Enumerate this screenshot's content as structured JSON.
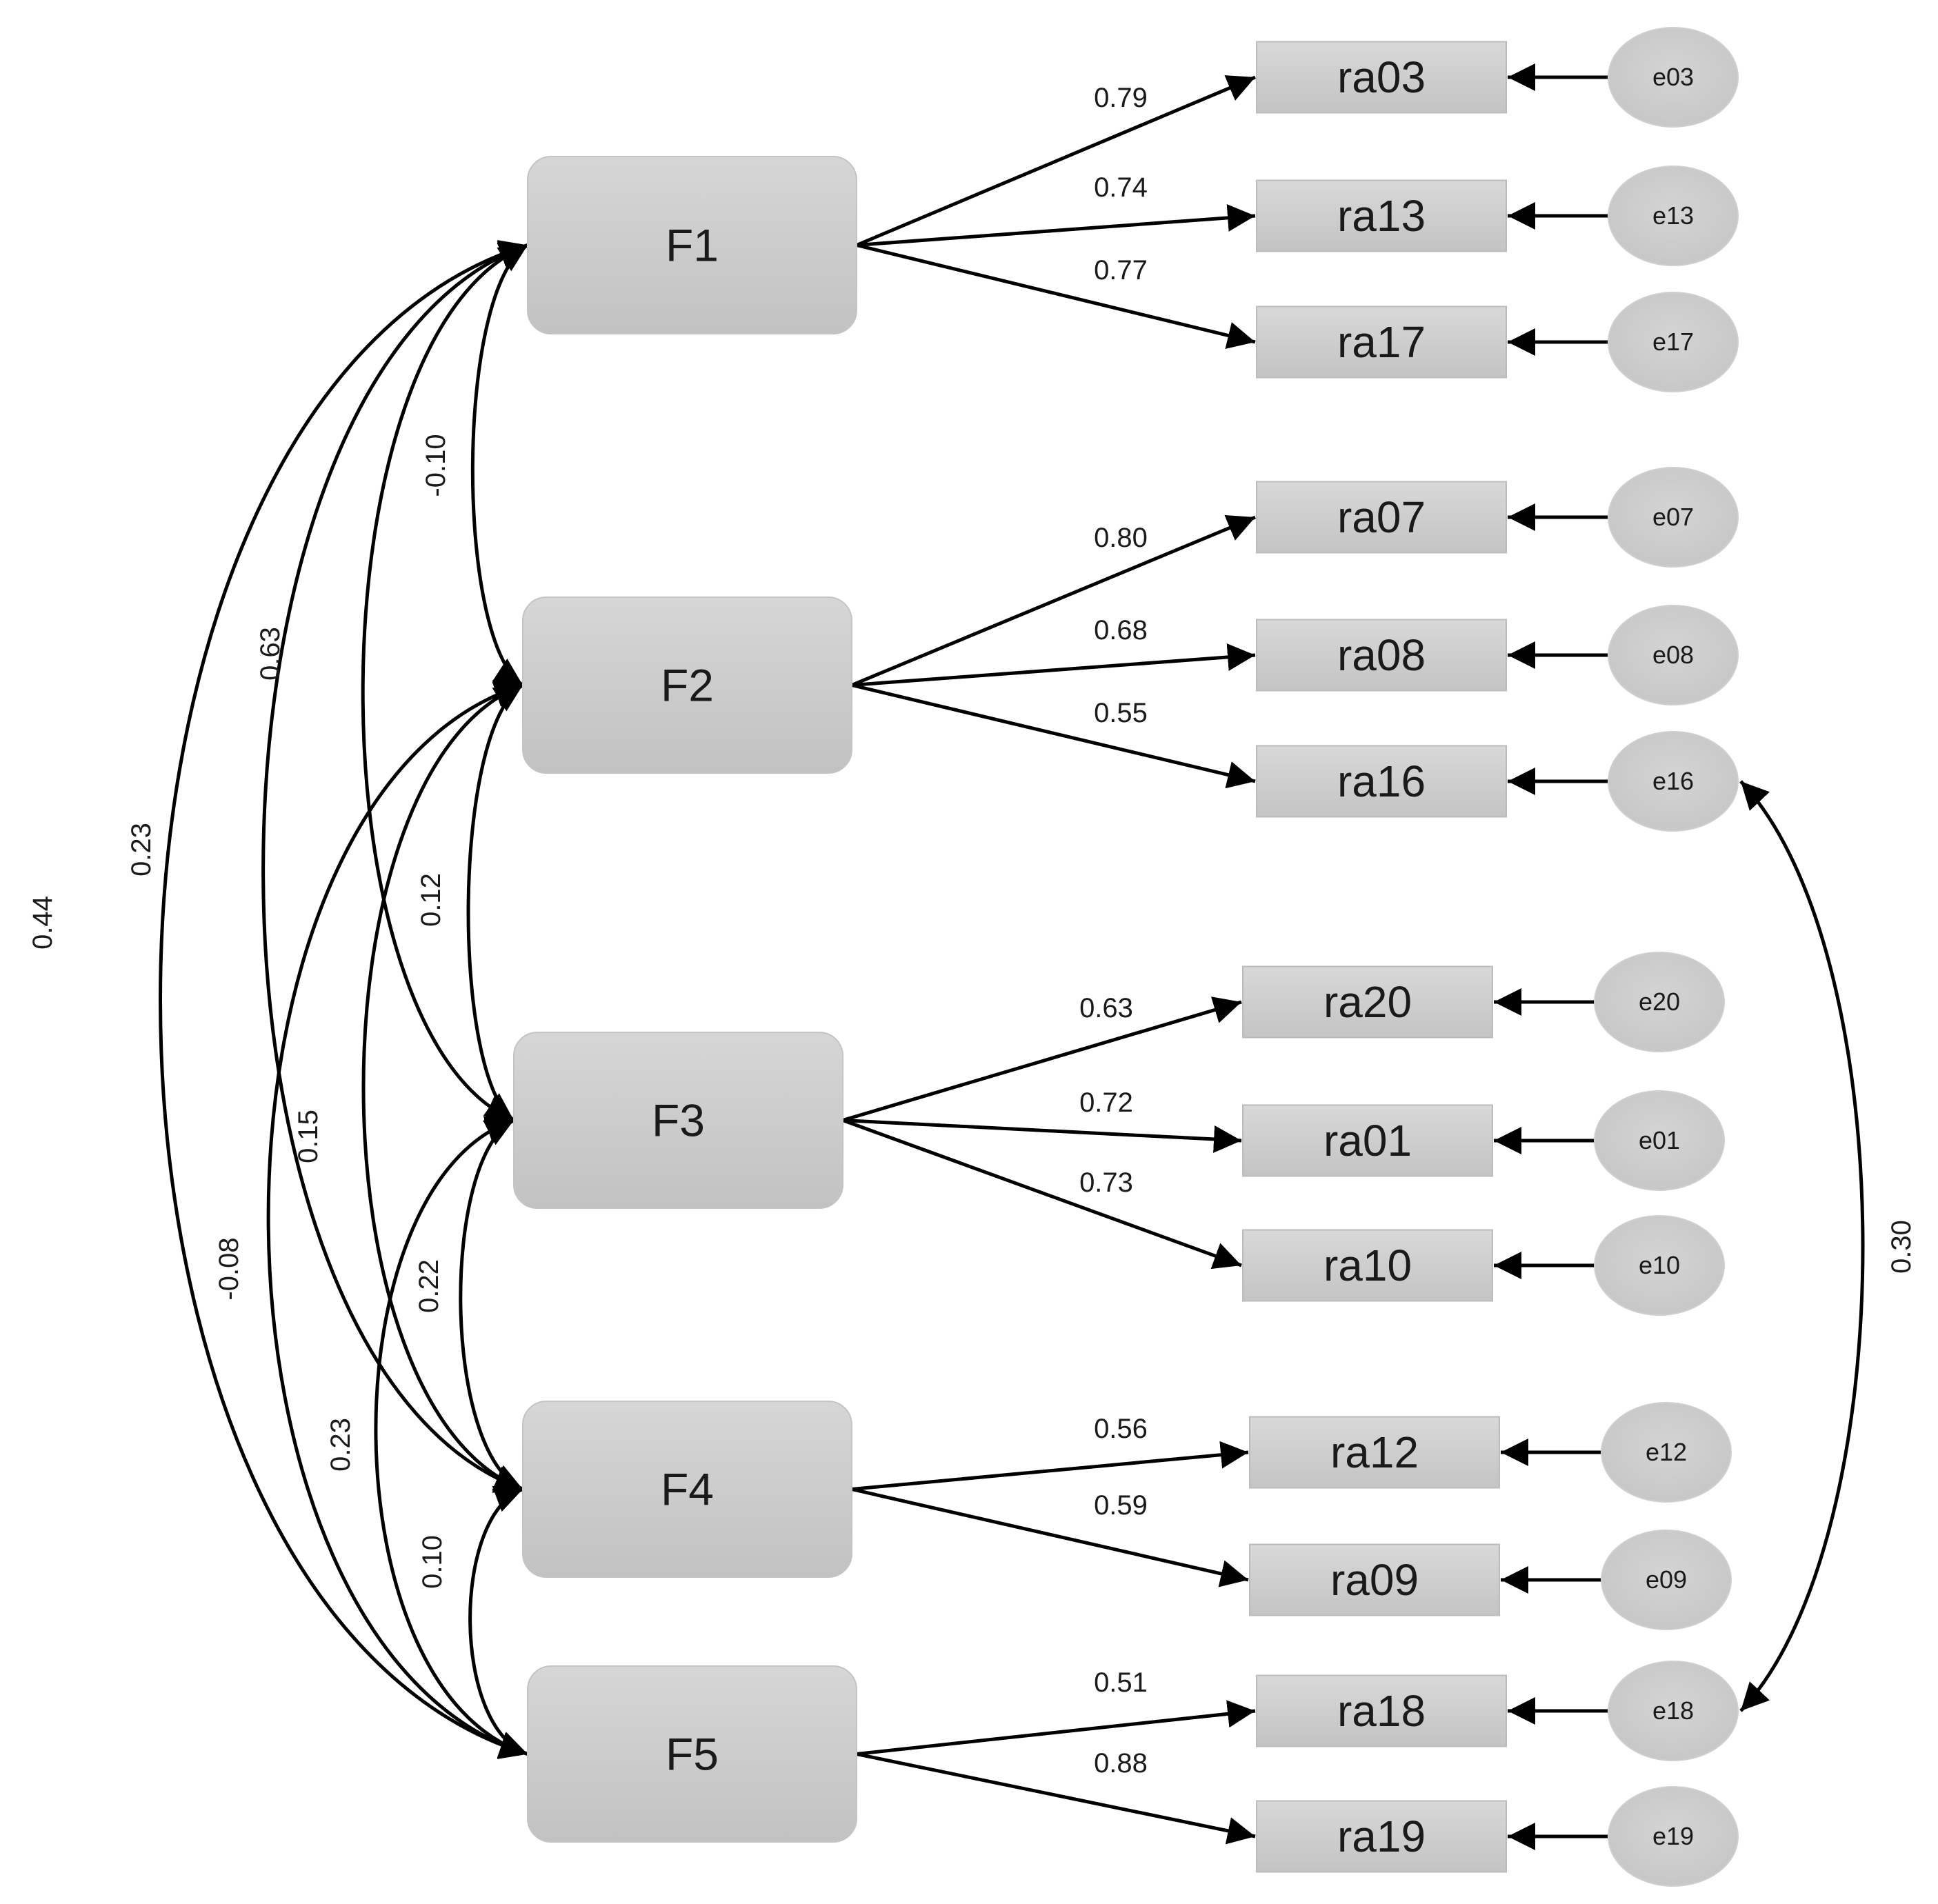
{
  "factors": [
    {
      "id": "F1",
      "label": "F1"
    },
    {
      "id": "F2",
      "label": "F2"
    },
    {
      "id": "F3",
      "label": "F3"
    },
    {
      "id": "F4",
      "label": "F4"
    },
    {
      "id": "F5",
      "label": "F5"
    }
  ],
  "items": [
    {
      "label": "ra03",
      "error": "e03",
      "factor": "F1",
      "loading": "0.79"
    },
    {
      "label": "ra13",
      "error": "e13",
      "factor": "F1",
      "loading": "0.74"
    },
    {
      "label": "ra17",
      "error": "e17",
      "factor": "F1",
      "loading": "0.77"
    },
    {
      "label": "ra07",
      "error": "e07",
      "factor": "F2",
      "loading": "0.80"
    },
    {
      "label": "ra08",
      "error": "e08",
      "factor": "F2",
      "loading": "0.68"
    },
    {
      "label": "ra16",
      "error": "e16",
      "factor": "F2",
      "loading": "0.55"
    },
    {
      "label": "ra20",
      "error": "e20",
      "factor": "F3",
      "loading": "0.63"
    },
    {
      "label": "ra01",
      "error": "e01",
      "factor": "F3",
      "loading": "0.72"
    },
    {
      "label": "ra10",
      "error": "e10",
      "factor": "F3",
      "loading": "0.73"
    },
    {
      "label": "ra12",
      "error": "e12",
      "factor": "F4",
      "loading": "0.56"
    },
    {
      "label": "ra09",
      "error": "e09",
      "factor": "F4",
      "loading": "0.59"
    },
    {
      "label": "ra18",
      "error": "e18",
      "factor": "F5",
      "loading": "0.51"
    },
    {
      "label": "ra19",
      "error": "e19",
      "factor": "F5",
      "loading": "0.88"
    }
  ],
  "factor_covariances": [
    {
      "from": "F1",
      "to": "F2",
      "value": "-0.10"
    },
    {
      "from": "F1",
      "to": "F3",
      "value": "0.63"
    },
    {
      "from": "F1",
      "to": "F4",
      "value": "0.23"
    },
    {
      "from": "F1",
      "to": "F5",
      "value": "0.44"
    },
    {
      "from": "F2",
      "to": "F3",
      "value": "0.12"
    },
    {
      "from": "F2",
      "to": "F4",
      "value": "0.15"
    },
    {
      "from": "F2",
      "to": "F5",
      "value": "-0.08"
    },
    {
      "from": "F3",
      "to": "F4",
      "value": "0.22"
    },
    {
      "from": "F3",
      "to": "F5",
      "value": "0.23"
    },
    {
      "from": "F4",
      "to": "F5",
      "value": "0.10"
    }
  ],
  "error_covariances": [
    {
      "from": "e16",
      "to": "e18",
      "value": "0.30"
    }
  ]
}
